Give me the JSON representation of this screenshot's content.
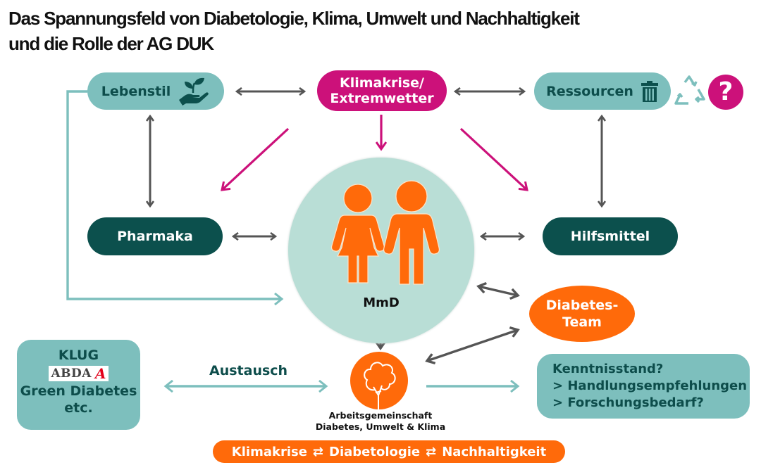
{
  "title": {
    "line1": "Das Spannungsfeld von Diabetologie, Klima, Umwelt und Nachhaltigkeit",
    "line2": "und die Rolle der AG DUK"
  },
  "nodes": {
    "lebenstil": {
      "label": "Lebenstil",
      "icon": "plant-in-hand-icon"
    },
    "klimakrise": {
      "line1": "Klimakrise/",
      "line2": "Extremwetter"
    },
    "ressourcen": {
      "label": "Ressourcen",
      "icon": "trash-can-icon"
    },
    "recycle": {
      "icon": "recycle-icon"
    },
    "question": {
      "label": "?",
      "icon": "question-icon"
    },
    "pharmaka": {
      "label": "Pharmaka"
    },
    "hilfsmittel": {
      "label": "Hilfsmittel"
    },
    "mmd": {
      "label": "MmD",
      "icon": "woman-and-man-icon"
    },
    "diabetes_team": {
      "line1": "Diabetes-",
      "line2": "Team"
    },
    "klug": {
      "line1": "KLUG",
      "abda": "ABDA",
      "abda_symbol": "A",
      "line3": "Green Diabetes",
      "line4": "etc."
    },
    "austausch": {
      "label": "Austausch"
    },
    "ag_duk": {
      "icon": "tree-icon",
      "line1": "Arbeitsgemeinschaft",
      "line2": "Diabetes, Umwelt & Klima"
    },
    "kenntnis": {
      "line1": "Kenntnisstand?",
      "line2": "> Handlungsempfehlungen",
      "line3": "> Forschungsbedarf?"
    },
    "banner": {
      "part1": "Klimakrise",
      "sep": "⇄",
      "part2": "Diabetologie",
      "part3": "Nachhaltigkeit"
    }
  },
  "colors": {
    "teal": "#7dbfbd",
    "dark_teal": "#0c504d",
    "magenta": "#cc117a",
    "orange": "#ff6a0a",
    "light_mint": "#b9ded6",
    "arrow_gray": "#555555",
    "abda_red": "#e2001a"
  }
}
